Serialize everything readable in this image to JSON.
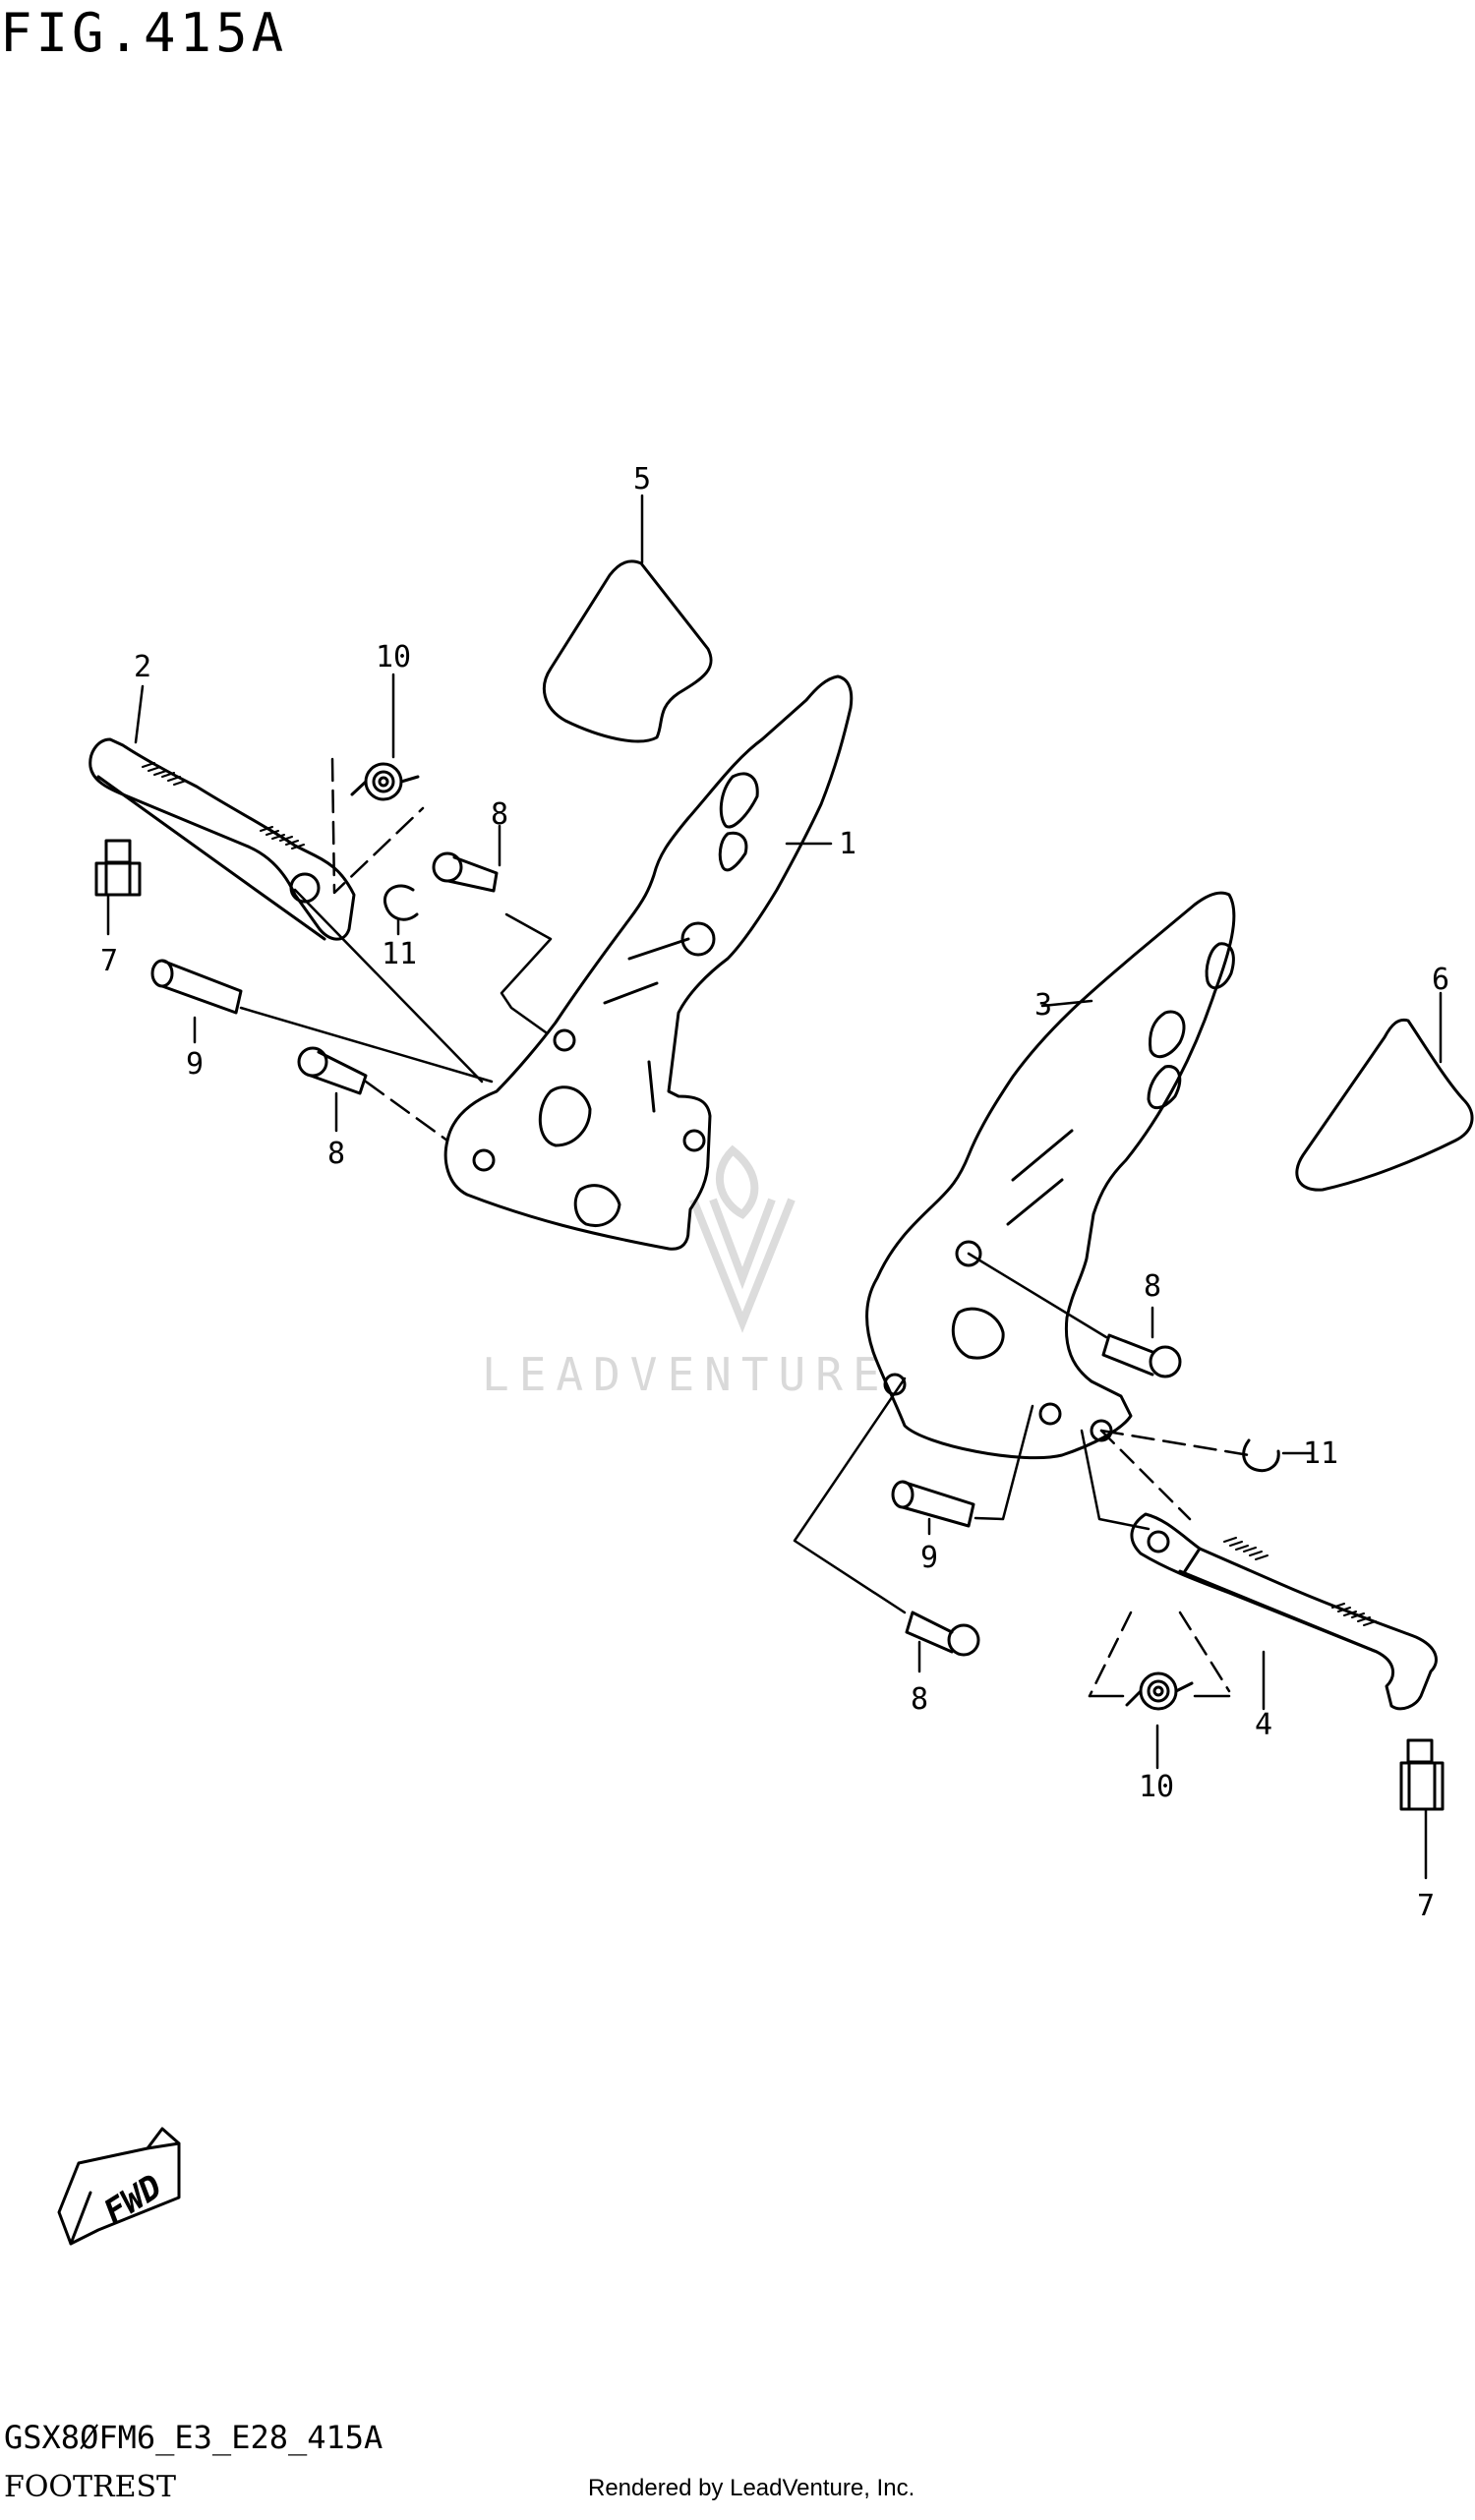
{
  "header": {
    "figure_title": "FIG.415A"
  },
  "footer": {
    "model_code": "GSX8ØFM6_E3_E28_415A",
    "section_name": "FOOTREST",
    "render_credit": "Rendered by LeadVenture, Inc."
  },
  "watermark": {
    "text": "LEADVENTURE",
    "color": "#d9d9d9"
  },
  "forward_arrow": {
    "label": "FWD"
  },
  "callouts": [
    {
      "id": "c1",
      "text": "1"
    },
    {
      "id": "c2",
      "text": "2"
    },
    {
      "id": "c3",
      "text": "3"
    },
    {
      "id": "c4",
      "text": "4"
    },
    {
      "id": "c5",
      "text": "5"
    },
    {
      "id": "c6",
      "text": "6"
    },
    {
      "id": "c7a",
      "text": "7"
    },
    {
      "id": "c7b",
      "text": "7"
    },
    {
      "id": "c8a",
      "text": "8"
    },
    {
      "id": "c8b",
      "text": "8"
    },
    {
      "id": "c8c",
      "text": "8"
    },
    {
      "id": "c8d",
      "text": "8"
    },
    {
      "id": "c9a",
      "text": "9"
    },
    {
      "id": "c9b",
      "text": "9"
    },
    {
      "id": "c10a",
      "text": "10"
    },
    {
      "id": "c10b",
      "text": "10"
    },
    {
      "id": "c11a",
      "text": "11"
    },
    {
      "id": "c11b",
      "text": "11"
    }
  ]
}
